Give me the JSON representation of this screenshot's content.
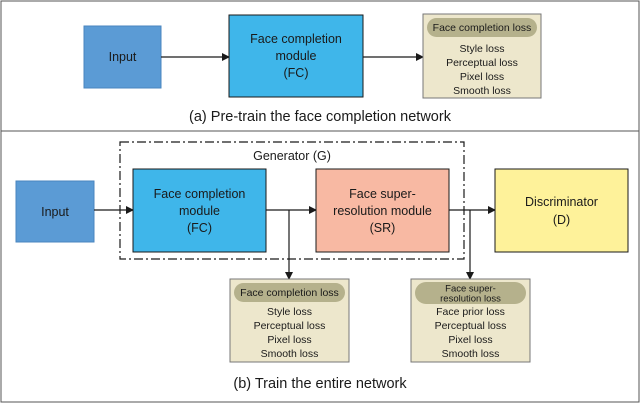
{
  "top": {
    "input_label": "Input",
    "fc": {
      "line1": "Face completion",
      "line2": "module",
      "line3": "(FC)"
    },
    "loss": {
      "header": "Face completion loss",
      "items": [
        "Style loss",
        "Perceptual loss",
        "Pixel loss",
        "Smooth loss"
      ]
    },
    "caption": "(a) Pre-train the face completion network"
  },
  "bottom": {
    "input_label": "Input",
    "generator_label": "Generator (G)",
    "fc": {
      "line1": "Face completion",
      "line2": "module",
      "line3": "(FC)"
    },
    "sr": {
      "line1": "Face super-",
      "line2": "resolution module",
      "line3": "(SR)"
    },
    "disc": {
      "line1": "Discriminator",
      "line2": "(D)"
    },
    "fc_loss": {
      "header": "Face completion loss",
      "items": [
        "Style loss",
        "Perceptual loss",
        "Pixel loss",
        "Smooth loss"
      ]
    },
    "sr_loss": {
      "header_line1": "Face super-",
      "header_line2": "resolution loss",
      "items": [
        "Face prior loss",
        "Perceptual loss",
        "Pixel loss",
        "Smooth loss"
      ]
    },
    "caption": "(b) Train the entire network"
  },
  "colors": {
    "input": "#5b9bd5",
    "fc": "#3fb6ea",
    "sr": "#f8b9a3",
    "disc": "#fef29a",
    "loss_bg": "#ede7cc",
    "loss_head": "#b5b18c"
  }
}
